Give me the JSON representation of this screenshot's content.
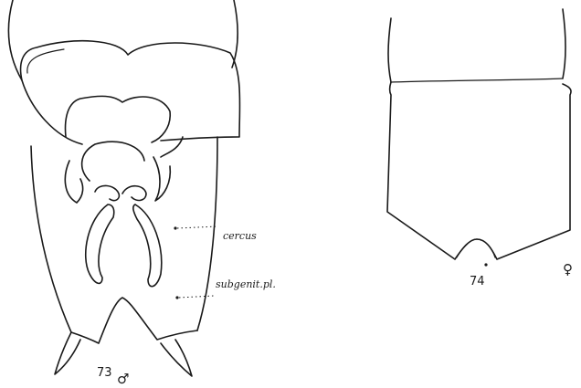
{
  "figures": [
    {
      "number": "73",
      "sex_symbol": "♂",
      "labels": {
        "cercus": "cercus",
        "subgenital_plate": "subgenit.pl."
      }
    },
    {
      "number": "74",
      "sex_symbol": "♀"
    }
  ]
}
